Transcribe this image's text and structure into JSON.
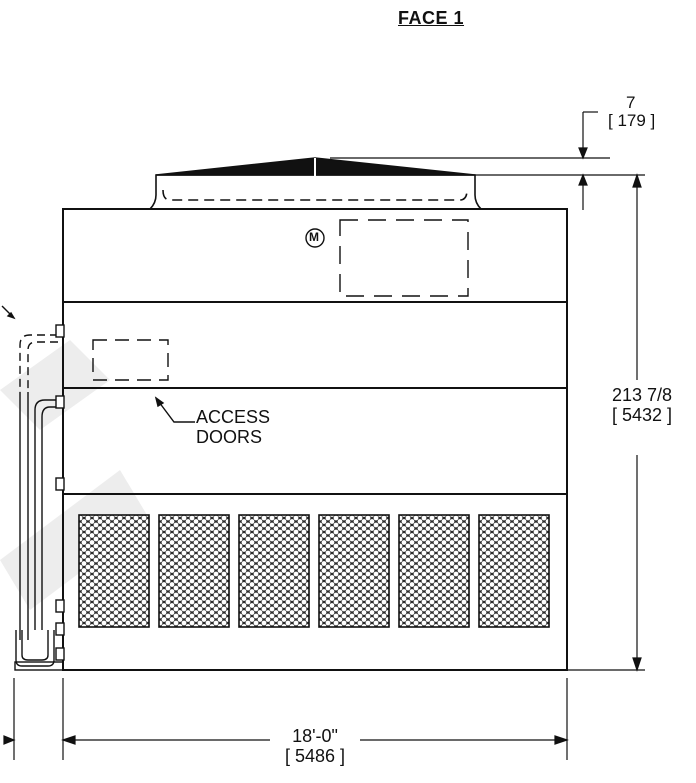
{
  "title": "FACE 1",
  "logo_mark": "M",
  "callouts": {
    "access_doors_line1": "ACCESS",
    "access_doors_line2": "DOORS"
  },
  "dimensions": {
    "top_offset_in": "7",
    "top_offset_mm": "[ 179 ]",
    "height_in": "213 7/8",
    "height_mm": "[ 5432 ]",
    "width_ft": "18'-0\"",
    "width_mm": "[ 5486 ]"
  },
  "intake_panels": {
    "count": 6
  },
  "colors": {
    "line": "#111111",
    "mesh_fill": "#2a2a2a",
    "watermark": "#ececec"
  }
}
